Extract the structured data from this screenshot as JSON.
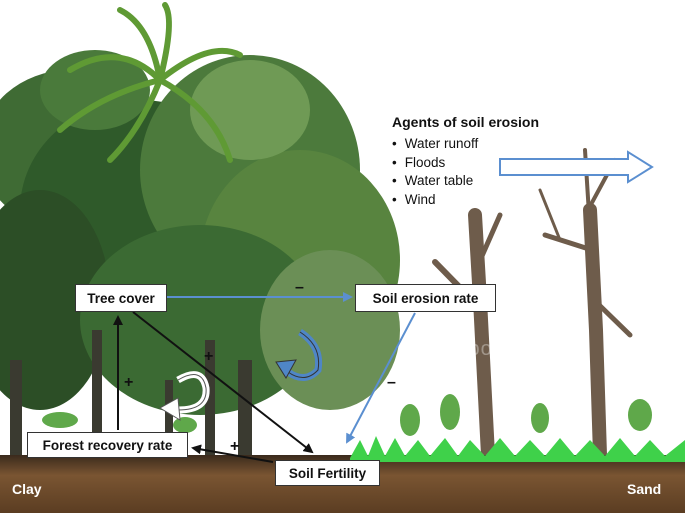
{
  "nodes": {
    "tree_cover": "Tree cover",
    "soil_erosion_rate": "Soil erosion rate",
    "forest_recovery_rate": "Forest recovery rate",
    "soil_fertility": "Soil Fertility"
  },
  "links": {
    "tree_to_erosion": "–",
    "erosion_to_fertility": "–",
    "tree_to_fertility": "+",
    "recovery_to_tree": "+",
    "fertility_to_recovery": "+"
  },
  "agents": {
    "title": "Agents of soil erosion",
    "items": [
      "Water runoff",
      "Floods",
      "Water table",
      "Wind"
    ]
  },
  "ground": {
    "left": "Clay",
    "right": "Sand"
  },
  "watermark": "colourbox",
  "colors": {
    "blue_arrow": "#5b8fd0",
    "black_arrow": "#111111",
    "feedback_blue": "#4f86c6",
    "feedback_white": "#ffffff",
    "grass": "#3fd14a",
    "soil": "#6b4a2b",
    "canopy_dark": "#2f5a2a"
  }
}
